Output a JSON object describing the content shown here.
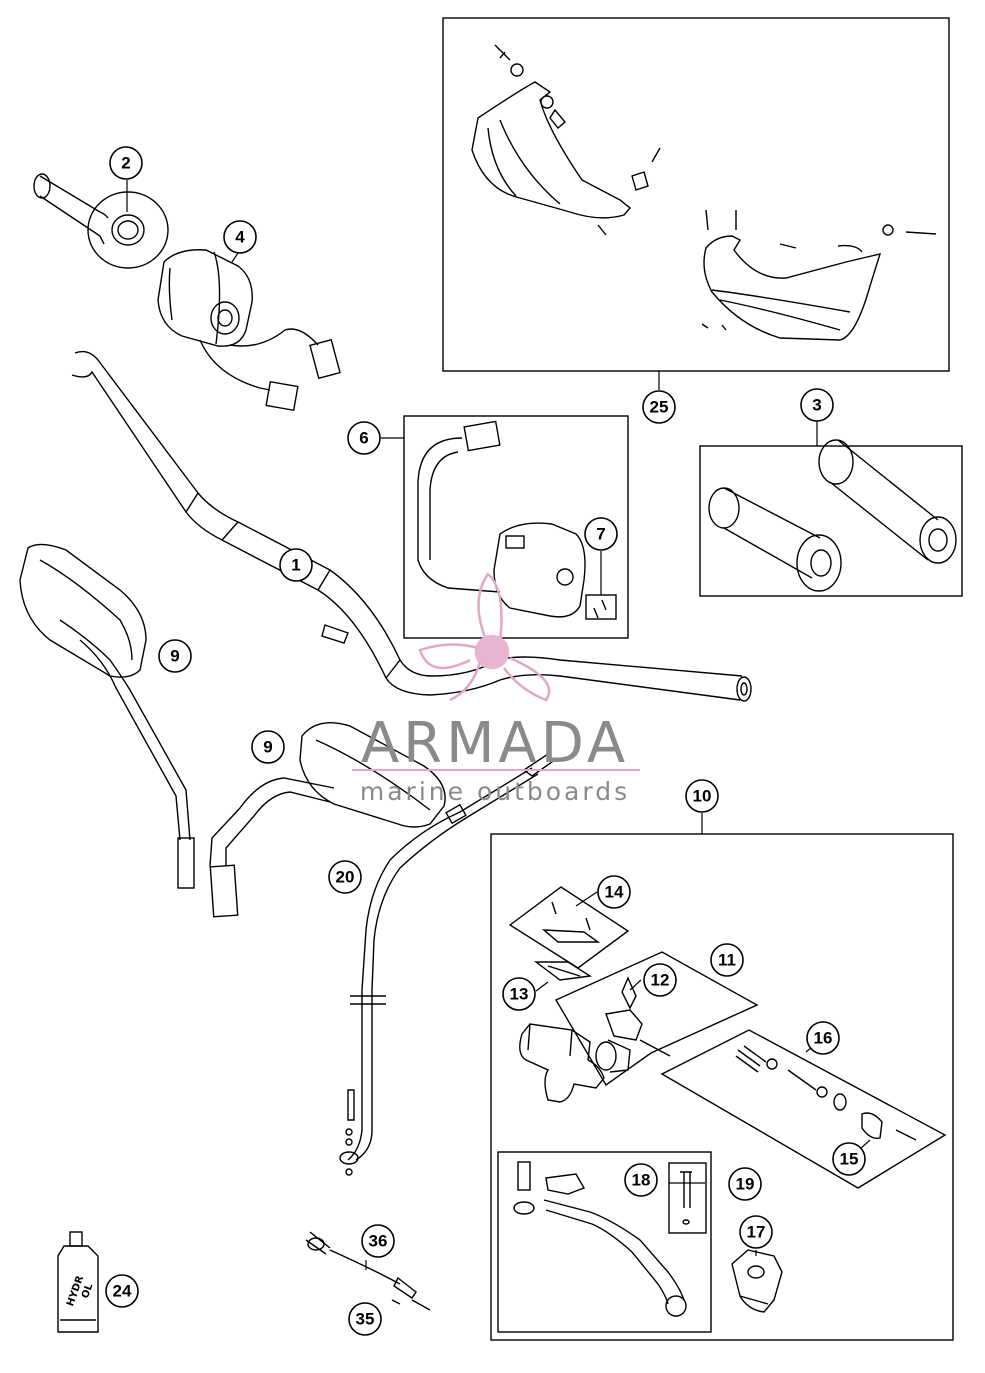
{
  "watermark": {
    "title": "ARMADA",
    "subtitle": "marine outboards"
  },
  "bottle_label": [
    "HYDR",
    "OL"
  ],
  "callouts": [
    "1",
    "2",
    "3",
    "4",
    "6",
    "7",
    "9",
    "10",
    "11",
    "12",
    "13",
    "14",
    "15",
    "16",
    "17",
    "18",
    "19",
    "20",
    "24",
    "25",
    "35",
    "36"
  ]
}
